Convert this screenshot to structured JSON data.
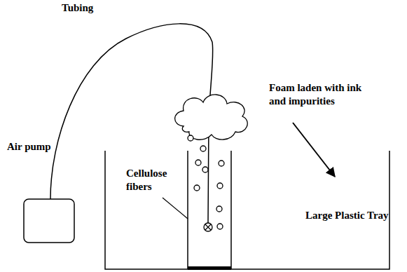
{
  "diagram": {
    "labels": [
      "Tubing",
      "Foam laden with ink and impurities",
      "Air pump",
      "Cellulose fibers",
      "Large Plastic Tray"
    ]
  }
}
